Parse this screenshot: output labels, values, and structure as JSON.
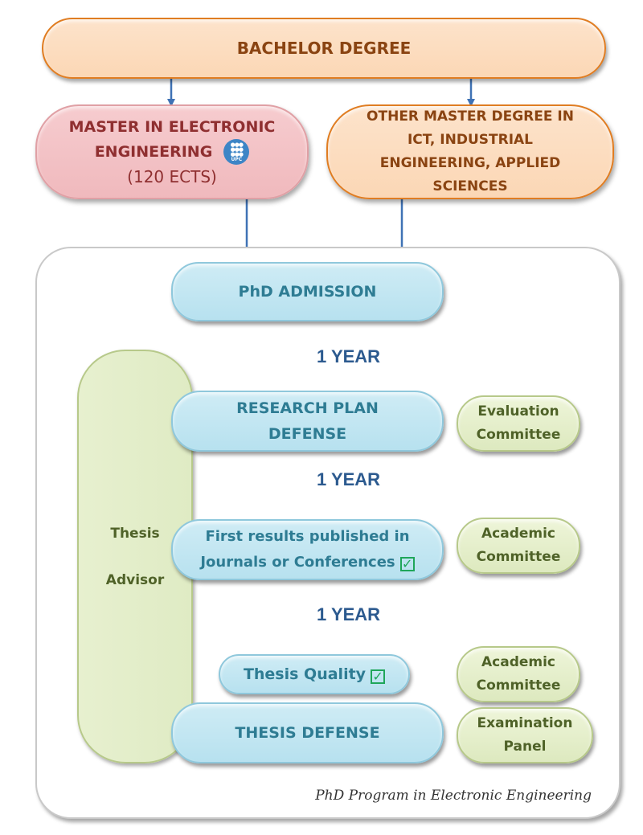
{
  "diagram": {
    "bachelor": {
      "label": "BACHELOR DEGREE"
    },
    "master_ee": {
      "line1": "MASTER IN ELECTRONIC",
      "line2": "ENGINEERING",
      "credits": "(120 ECTS)",
      "logo_text": "UPC",
      "logo_icon": "upc-logo-icon"
    },
    "master_other": {
      "lines": [
        "OTHER MASTER DEGREE IN",
        "ICT, INDUSTRIAL",
        "ENGINEERING, APPLIED",
        "SCIENCES"
      ]
    },
    "program": {
      "caption": "PhD Program in Electronic Engineering",
      "advisor": [
        "Thesis",
        "Advisor"
      ],
      "steps": [
        {
          "lines": [
            "PhD ADMISSION"
          ]
        },
        {
          "lines": [
            "RESEARCH PLAN",
            "DEFENSE"
          ]
        },
        {
          "lines": [
            "First results published in",
            "Journals or Conferences"
          ],
          "checked": true
        },
        {
          "lines": [
            "Thesis Quality"
          ],
          "checked": true
        },
        {
          "lines": [
            "THESIS DEFENSE"
          ]
        }
      ],
      "durations": [
        "1 YEAR",
        "1 YEAR",
        "1 YEAR"
      ],
      "committees": [
        {
          "lines": [
            "Evaluation",
            "Committee"
          ]
        },
        {
          "lines": [
            "Academic",
            "Committee"
          ]
        },
        {
          "lines": [
            "Academic",
            "Committee"
          ]
        },
        {
          "lines": [
            "Examination",
            "Panel"
          ]
        }
      ]
    },
    "check_glyph": "✓",
    "colors": {
      "orange_border": "#e07d22",
      "orange_text": "#8a4412",
      "pink_fill": "#f3c2c6",
      "pink_text": "#8f2f30",
      "blue_fill": "#c4e6f2",
      "blue_text": "#2e7c93",
      "green_fill": "#e3edc8",
      "green_text": "#4f6228",
      "arrow": "#3f72b5",
      "year_text": "#2c5a8f",
      "check": "#1fa65a"
    }
  }
}
